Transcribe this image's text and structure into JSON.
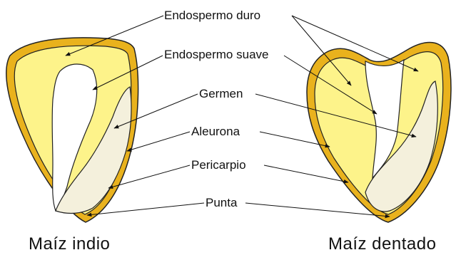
{
  "labels": {
    "hard_endosperm": "Endospermo duro",
    "soft_endosperm": "Endospermo suave",
    "germ": "Germen",
    "aleurone": "Aleurona",
    "pericarp": "Pericarpio",
    "tip": "Punta"
  },
  "captions": {
    "left": "Maíz indio",
    "right": "Maíz dentado"
  },
  "colors": {
    "pericarp": "#e9b21d",
    "hard_endosperm": "#fdf38a",
    "soft_endosperm": "#ffffff",
    "germ": "#f4f0dc",
    "outline": "#222222"
  }
}
